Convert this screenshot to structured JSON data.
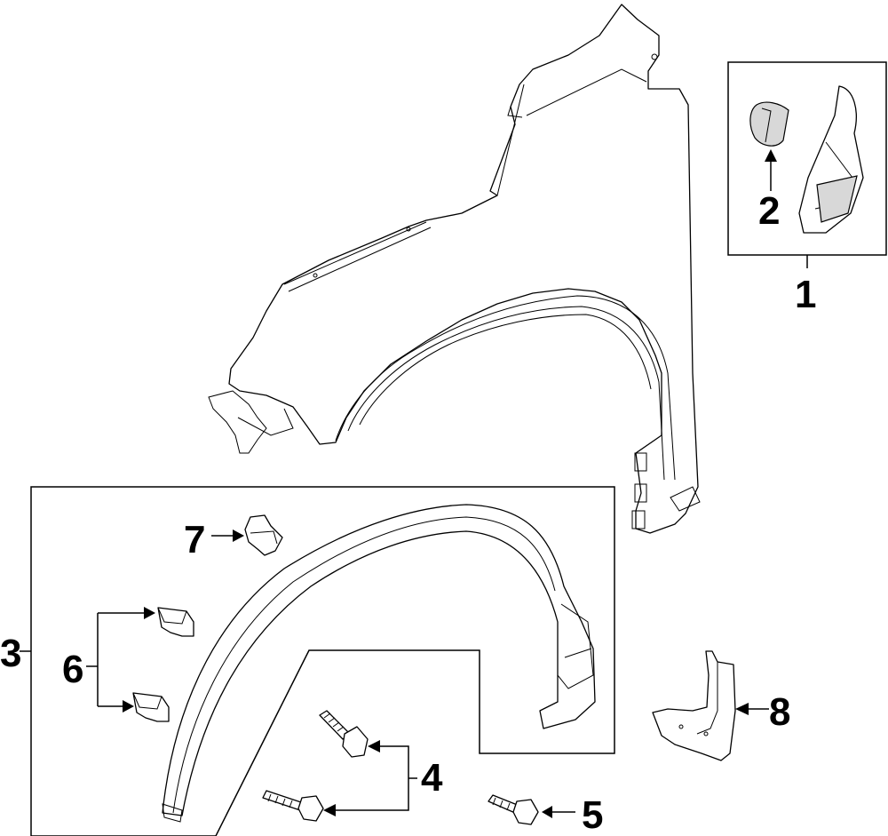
{
  "callouts": {
    "c1": "1",
    "c2": "2",
    "c3": "3",
    "c4": "4",
    "c5": "5",
    "c6": "6",
    "c7": "7",
    "c8": "8"
  },
  "colors": {
    "line": "#000000",
    "background": "#ffffff",
    "shade": "#d8d8d8"
  }
}
